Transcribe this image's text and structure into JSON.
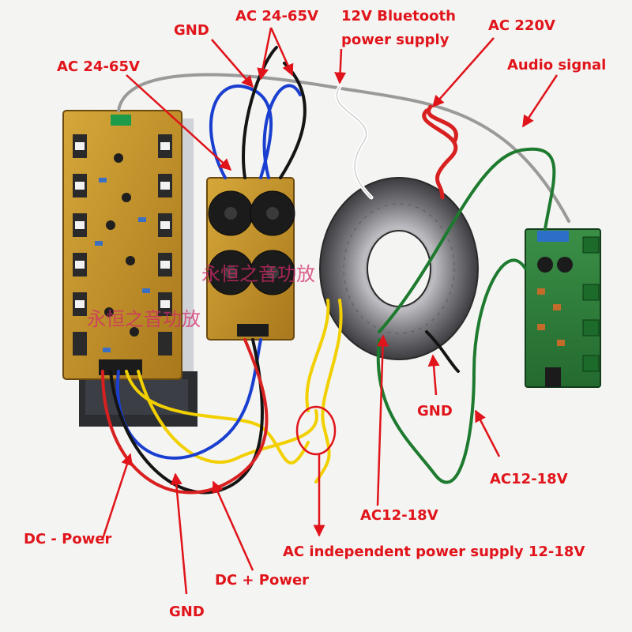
{
  "labels": {
    "gnd_top": "GND",
    "ac_24_65_top": "AC 24-65V",
    "bt_12v_line1": "12V Bluetooth",
    "bt_12v_line2": "power supply",
    "ac_220": "AC 220V",
    "ac_24_65_left": "AC 24-65V",
    "audio_signal": "Audio signal",
    "gnd_mid": "GND",
    "ac_12_18_right": "AC12-18V",
    "ac_12_18_center": "AC12-18V",
    "dc_minus": "DC - Power",
    "ac_independent": "AC independent power supply 12-18V",
    "dc_plus": "DC + Power",
    "gnd_bottom": "GND"
  },
  "watermarks": {
    "mark1": "永恒之音功放",
    "mark2": "永恒之音功放"
  },
  "colors": {
    "label_red": "#e0141a",
    "wire_yellow": "#f2d000",
    "wire_blue": "#1a3fd0",
    "wire_black": "#141414",
    "wire_red": "#d82020",
    "wire_green": "#1d7a2e",
    "wire_gray": "#9a9a9a",
    "pcb_yellow": "#c89a2a",
    "pcb_green": "#2e7d3a",
    "toroid_silver": "#9a9a9e"
  }
}
